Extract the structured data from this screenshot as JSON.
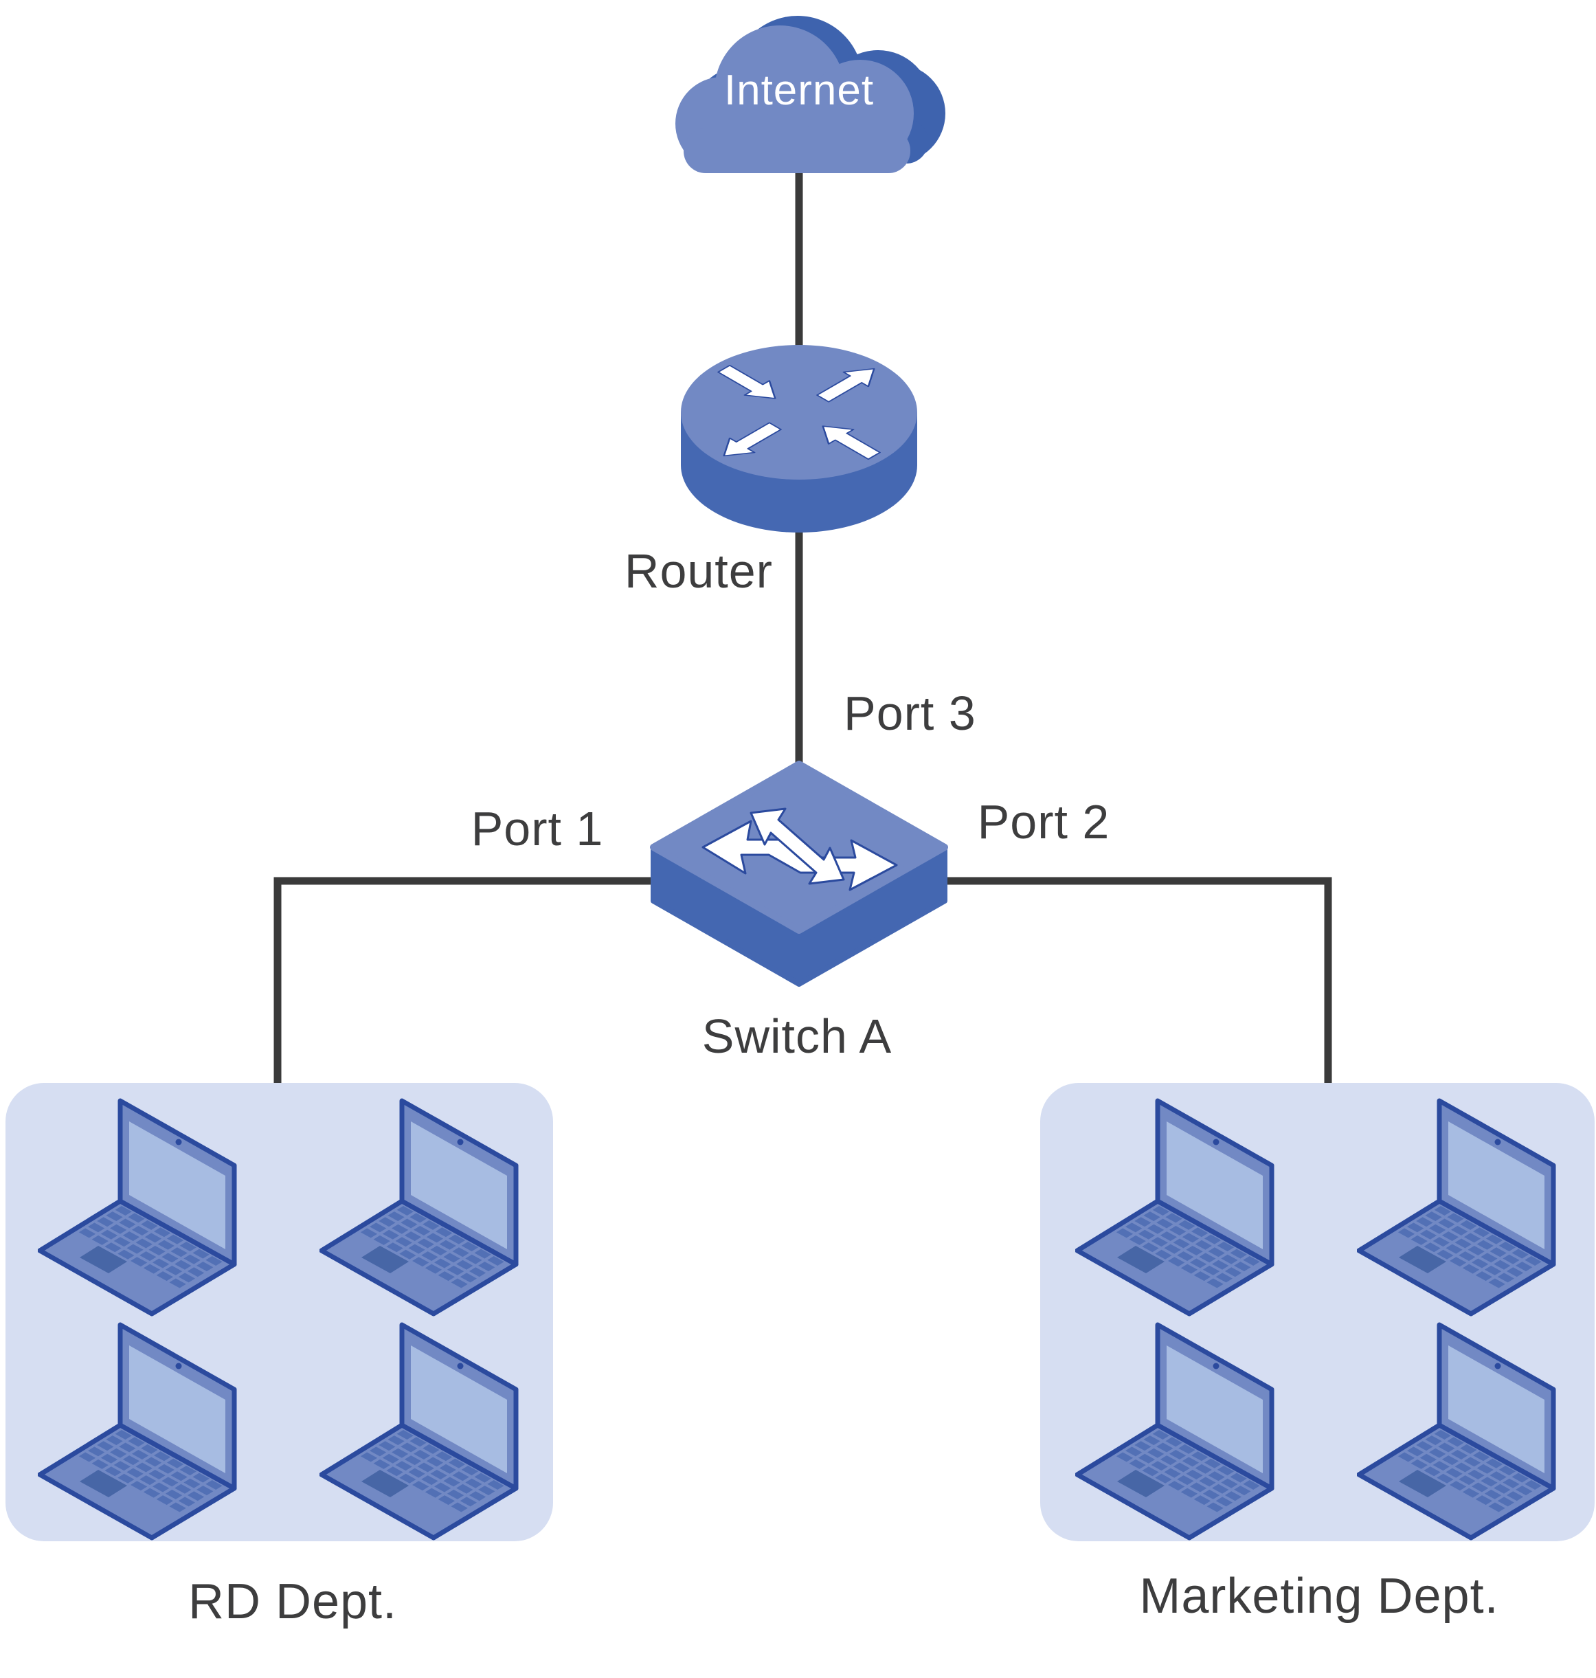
{
  "diagram": {
    "type": "network-topology",
    "nodes": {
      "internet": {
        "label": "Internet",
        "icon": "cloud-icon"
      },
      "router": {
        "label": "Router",
        "icon": "router-icon"
      },
      "switch_a": {
        "label": "Switch A",
        "icon": "switch-icon"
      },
      "rd_dept": {
        "label": "RD Dept.",
        "icon": "laptop-icon",
        "computer_count": 4
      },
      "marketing_dept": {
        "label": "Marketing Dept.",
        "icon": "laptop-icon",
        "computer_count": 4
      }
    },
    "links": {
      "internet_router": {
        "from": "internet",
        "to": "router",
        "port_label": ""
      },
      "router_switch": {
        "from": "router",
        "to": "switch_a",
        "port_label": "Port 3"
      },
      "switch_rd": {
        "from": "switch_a",
        "to": "rd_dept",
        "port_label": "Port 1"
      },
      "switch_marketing": {
        "from": "switch_a",
        "to": "marketing_dept",
        "port_label": "Port 2"
      }
    },
    "colors": {
      "device_fill": "#7289C4",
      "device_side": "#4467B1",
      "cloud_back": "#3E63AE",
      "outline_navy": "#2B4A9E",
      "screen_fill": "#A7BCE2",
      "keys_fill": "#5270B5",
      "touchpad_fill": "#4766A6",
      "dept_box_bg": "#D6DEF2",
      "link_line": "#3A3A3A",
      "label_text": "#3D3D3E",
      "arrow_glyph": "#FFFFFF"
    }
  }
}
